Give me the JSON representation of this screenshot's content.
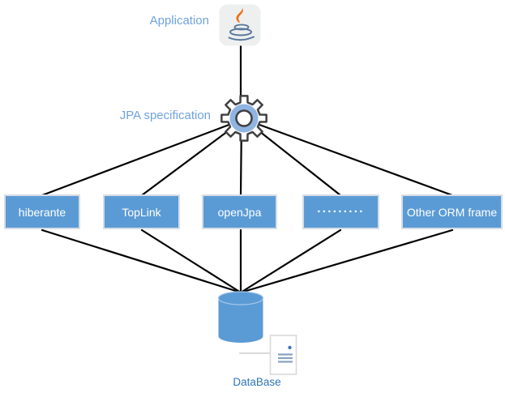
{
  "diagram": {
    "application_label": "Application",
    "jpa_label": "JPA specification",
    "database_label": "DataBase",
    "frameworks": [
      {
        "label": "hiberante"
      },
      {
        "label": "TopLink"
      },
      {
        "label": "openJpa"
      },
      {
        "label": "·········"
      },
      {
        "label": "Other ORM frame"
      }
    ],
    "icons": {
      "application": "java-logo-icon",
      "jpa": "gear-icon",
      "database": "database-cylinder-icon",
      "database_secondary": "server-icon"
    },
    "colors": {
      "node_fill": "#5b9bd5",
      "node_border": "#d6dde6",
      "node_text": "#ffffff",
      "heading_text": "#6fa3dc",
      "database_text": "#2e75b6",
      "connector": "#000000",
      "gear_ring": "#8fb4e1",
      "gear_outline": "#3f3f3f",
      "java_orange": "#ec7117",
      "java_blue": "#57789b"
    }
  }
}
